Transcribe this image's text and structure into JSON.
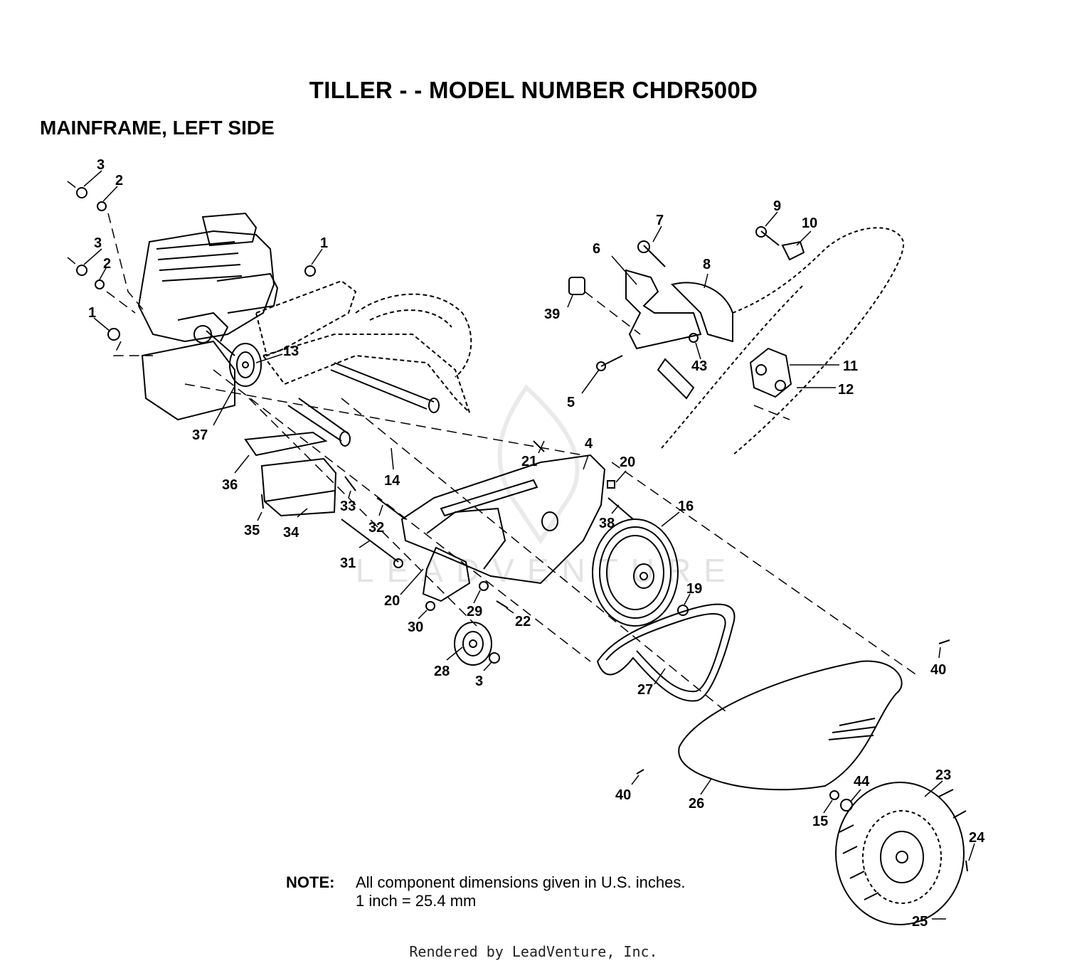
{
  "title": "TILLER - - MODEL NUMBER CHDR500D",
  "section": "MAINFRAME, LEFT SIDE",
  "note": {
    "label": "NOTE:",
    "line1": "All component dimensions given in U.S. inches.",
    "line2": "1 inch = 25.4 mm"
  },
  "credit": "Rendered by LeadVenture, Inc.",
  "watermark": "LEADVENTURE",
  "callouts": [
    {
      "id": "c1a",
      "text": "1"
    },
    {
      "id": "c1b",
      "text": "1"
    },
    {
      "id": "c2a",
      "text": "2"
    },
    {
      "id": "c2b",
      "text": "2"
    },
    {
      "id": "c3a",
      "text": "3"
    },
    {
      "id": "c3b",
      "text": "3"
    },
    {
      "id": "c3c",
      "text": "3"
    },
    {
      "id": "c4",
      "text": "4"
    },
    {
      "id": "c5",
      "text": "5"
    },
    {
      "id": "c6",
      "text": "6"
    },
    {
      "id": "c7",
      "text": "7"
    },
    {
      "id": "c8",
      "text": "8"
    },
    {
      "id": "c9",
      "text": "9"
    },
    {
      "id": "c10",
      "text": "10"
    },
    {
      "id": "c11",
      "text": "11"
    },
    {
      "id": "c12",
      "text": "12"
    },
    {
      "id": "c13",
      "text": "13"
    },
    {
      "id": "c14",
      "text": "14"
    },
    {
      "id": "c15",
      "text": "15"
    },
    {
      "id": "c16",
      "text": "16"
    },
    {
      "id": "c19",
      "text": "19"
    },
    {
      "id": "c20a",
      "text": "20"
    },
    {
      "id": "c20b",
      "text": "20"
    },
    {
      "id": "c21",
      "text": "21"
    },
    {
      "id": "c22",
      "text": "22"
    },
    {
      "id": "c23",
      "text": "23"
    },
    {
      "id": "c24",
      "text": "24"
    },
    {
      "id": "c25",
      "text": "25"
    },
    {
      "id": "c26",
      "text": "26"
    },
    {
      "id": "c27",
      "text": "27"
    },
    {
      "id": "c28",
      "text": "28"
    },
    {
      "id": "c29",
      "text": "29"
    },
    {
      "id": "c30",
      "text": "30"
    },
    {
      "id": "c31",
      "text": "31"
    },
    {
      "id": "c32",
      "text": "32"
    },
    {
      "id": "c33",
      "text": "33"
    },
    {
      "id": "c34",
      "text": "34"
    },
    {
      "id": "c35",
      "text": "35"
    },
    {
      "id": "c36",
      "text": "36"
    },
    {
      "id": "c37",
      "text": "37"
    },
    {
      "id": "c38",
      "text": "38"
    },
    {
      "id": "c39",
      "text": "39"
    },
    {
      "id": "c40a",
      "text": "40"
    },
    {
      "id": "c40b",
      "text": "40"
    },
    {
      "id": "c43",
      "text": "43"
    },
    {
      "id": "c44",
      "text": "44"
    }
  ]
}
